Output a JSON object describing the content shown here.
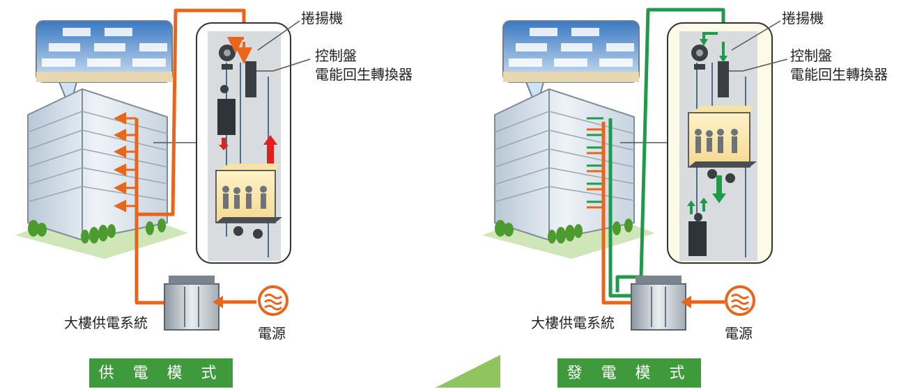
{
  "left_panel": {
    "hoist_label": "捲揚機",
    "control_label_line1": "控制盤",
    "control_label_line2": "電能回生轉換器",
    "building_power_label": "大樓供電系統",
    "power_source_label": "電源",
    "mode_label": "供 電 模 式"
  },
  "right_panel": {
    "hoist_label": "捲揚機",
    "control_label_line1": "控制盤",
    "control_label_line2": "電能回生轉換器",
    "building_power_label": "大樓供電系統",
    "power_source_label": "電源",
    "mode_label": "發 電 模 式"
  },
  "colors": {
    "supply_flow": "#e8651b",
    "regen_flow": "#1f9a4b",
    "motion_arrow_red": "#e0201c",
    "mode_banner": "#3f9a3c",
    "shaft_fill": "#d9dcde",
    "panel_bg_left": "#ffffff",
    "panel_bg_right": "#fdfbe6"
  },
  "icons": [
    "building-icon",
    "elevator-car-icon",
    "hoist-motor-icon",
    "counterweight-icon",
    "control-panel-icon",
    "transformer-icon",
    "power-source-icon",
    "tree-icon"
  ]
}
